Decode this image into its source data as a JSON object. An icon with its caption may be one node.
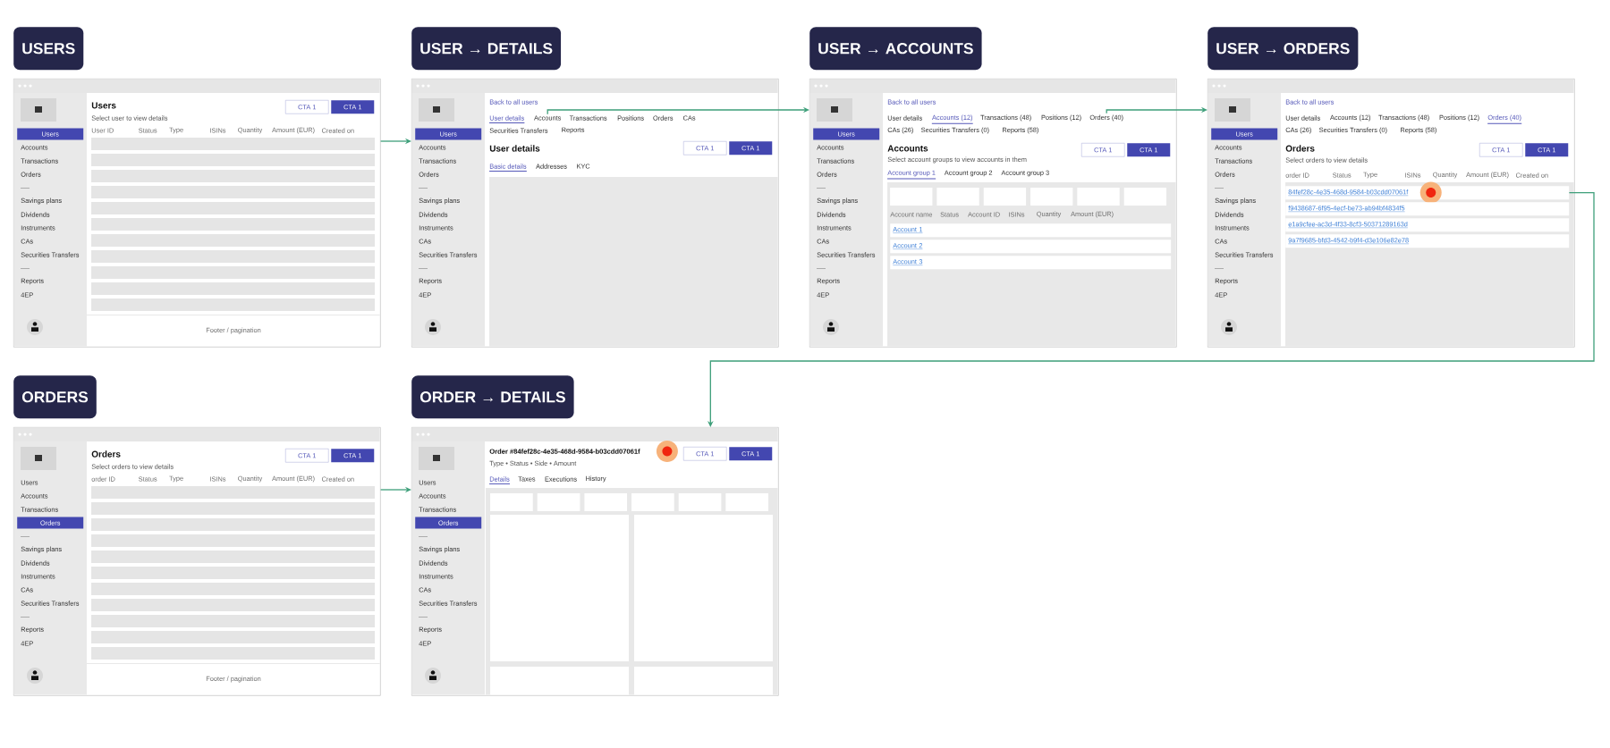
{
  "diagram": {
    "nodes": [
      {
        "text": [
          "USERS"
        ]
      },
      {
        "text": [
          "Accounts",
          "Transactions",
          "Orders",
          "Savings plans",
          "Dividends",
          "Instruments",
          "CAs",
          "Securities Transfers",
          "Reports",
          "4EP",
          "Users",
          "Select user to view details",
          "User ID",
          "Status",
          "Type",
          "ISINs",
          "Quantity",
          "Amount (EUR)",
          "Created on",
          "Footer / pagination"
        ]
      },
      {
        "text": [
          "Users"
        ],
        "in": 1
      },
      {
        "text": [
          "CTA 1"
        ],
        "in": 1
      },
      {
        "text": [
          "CTA 1"
        ],
        "in": 1
      },
      {
        "text": [
          "USER → DETAILS"
        ]
      },
      {
        "text": [
          "Accounts",
          "Transactions",
          "Orders",
          "Savings plans",
          "Dividends",
          "Instruments",
          "CAs",
          "Securities Transfers",
          "Reports",
          "4EP",
          "Back to all users",
          "User details",
          "Transactions",
          "Positions",
          "Orders",
          "CAs",
          "Securities Transfers",
          "Reports",
          "User details",
          "Basic details",
          "Addresses",
          "KYC"
        ]
      },
      {
        "text": [
          "Users"
        ],
        "in": 6
      },
      {
        "text": [
          "Accounts"
        ],
        "in": 6
      },
      {
        "text": [
          "CTA 1"
        ],
        "in": 6
      },
      {
        "text": [
          "CTA 1"
        ],
        "in": 6
      },
      {
        "text": [
          "USER → ACCOUNTS"
        ]
      },
      {
        "text": [
          "Accounts",
          "Transactions",
          "Orders",
          "Savings plans",
          "Dividends",
          "Instruments",
          "CAs",
          "Securities Transfers",
          "Reports",
          "4EP",
          "Back to all users",
          "User details",
          "Accounts (12)",
          "Transactions (48)",
          "Positions (12)",
          "CAs (26)",
          "Securities Transfers (0)",
          "Reports (58)",
          "Accounts",
          "Select account groups to view accounts in them",
          "Account group 1",
          "Account group 2",
          "Account group 3",
          "Account name",
          "Status",
          "Account ID",
          "ISINs",
          "Quantity",
          "Amount (EUR)"
        ]
      },
      {
        "text": [
          "Users"
        ],
        "in": 12
      },
      {
        "text": [
          "Orders (40)"
        ],
        "in": 12
      },
      {
        "text": [
          "CTA 1"
        ],
        "in": 12
      },
      {
        "text": [
          "CTA 1"
        ],
        "in": 12
      },
      {
        "text": [
          "Account 1"
        ],
        "in": 12
      },
      {
        "text": [
          "Account 2"
        ],
        "in": 12
      },
      {
        "text": [
          "Account 3"
        ],
        "in": 12
      },
      {
        "text": [
          "USER → ORDERS"
        ]
      },
      {
        "text": [
          "Accounts",
          "Transactions",
          "Orders",
          "Savings plans",
          "Dividends",
          "Instruments",
          "CAs",
          "Securities Transfers",
          "Reports",
          "4EP",
          "Back to all users",
          "User details",
          "Accounts (12)",
          "Transactions (48)",
          "Positions (12)",
          "Orders (40)",
          "CAs (26)",
          "Securities Transfers (0)",
          "Reports (58)",
          "Orders",
          "Select orders to view details",
          "order ID",
          "Status",
          "Type",
          "ISINs",
          "Quantity",
          "Amount (EUR)",
          "Created on"
        ]
      },
      {
        "text": [
          "Users"
        ],
        "in": 21
      },
      {
        "text": [
          "CTA 1"
        ],
        "in": 21
      },
      {
        "text": [
          "CTA 1"
        ],
        "in": 21
      },
      {
        "text": [
          "84fef28c-4e35-468d-9584-b03cdd07061f"
        ],
        "in": 21
      },
      {
        "text": [
          "f9438687-6f95-4ecf-be73-ab94bf4834f5"
        ],
        "in": 21
      },
      {
        "text": [
          "e1a9cfee-ac3d-4f33-8cf3-50371289163d"
        ],
        "in": 21
      },
      {
        "text": [
          "9a7f9685-bfd3-4542-b9f4-d3e106e82e78"
        ],
        "in": 21
      },
      {
        "text": [
          "ORDERS"
        ]
      },
      {
        "text": [
          "Users",
          "Accounts",
          "Transactions",
          "Savings plans",
          "Dividends",
          "Instruments",
          "CAs",
          "Securities Transfers",
          "Reports",
          "4EP",
          "Orders",
          "Select orders to view details",
          "order ID",
          "Status",
          "Type",
          "ISINs",
          "Quantity",
          "Amount (EUR)",
          "Created on",
          "Footer / pagination"
        ]
      },
      {
        "text": [
          "Orders"
        ],
        "in": 30
      },
      {
        "text": [
          "CTA 1"
        ],
        "in": 30
      },
      {
        "text": [
          "CTA 1"
        ],
        "in": 30
      },
      {
        "text": [
          "ORDER → DETAILS"
        ]
      },
      {
        "text": [
          "Users",
          "Accounts",
          "Transactions",
          "Savings plans",
          "Dividends",
          "Instruments",
          "CAs",
          "Securities Transfers",
          "Reports",
          "4EP",
          "Order #84fef28c-4e35-468d-9584-b03cdd07061f",
          "Type • Status • Side • Amount",
          "Details",
          "Taxes",
          "Executions",
          "History"
        ]
      },
      {
        "text": [
          "Orders"
        ],
        "in": 35
      },
      {
        "text": [
          "CTA 1"
        ],
        "in": 35
      },
      {
        "text": [
          "CTA 1"
        ],
        "in": 35
      }
    ],
    "edges": [
      {
        "from": 1,
        "to": 6,
        "arrow": "to"
      },
      {
        "from": 8,
        "to": 12,
        "arrow": "to"
      },
      {
        "from": 14,
        "to": 21,
        "arrow": "to"
      },
      {
        "from": 25,
        "to": 35,
        "arrow": "to"
      },
      {
        "from": 30,
        "to": 35,
        "arrow": "to"
      }
    ]
  }
}
